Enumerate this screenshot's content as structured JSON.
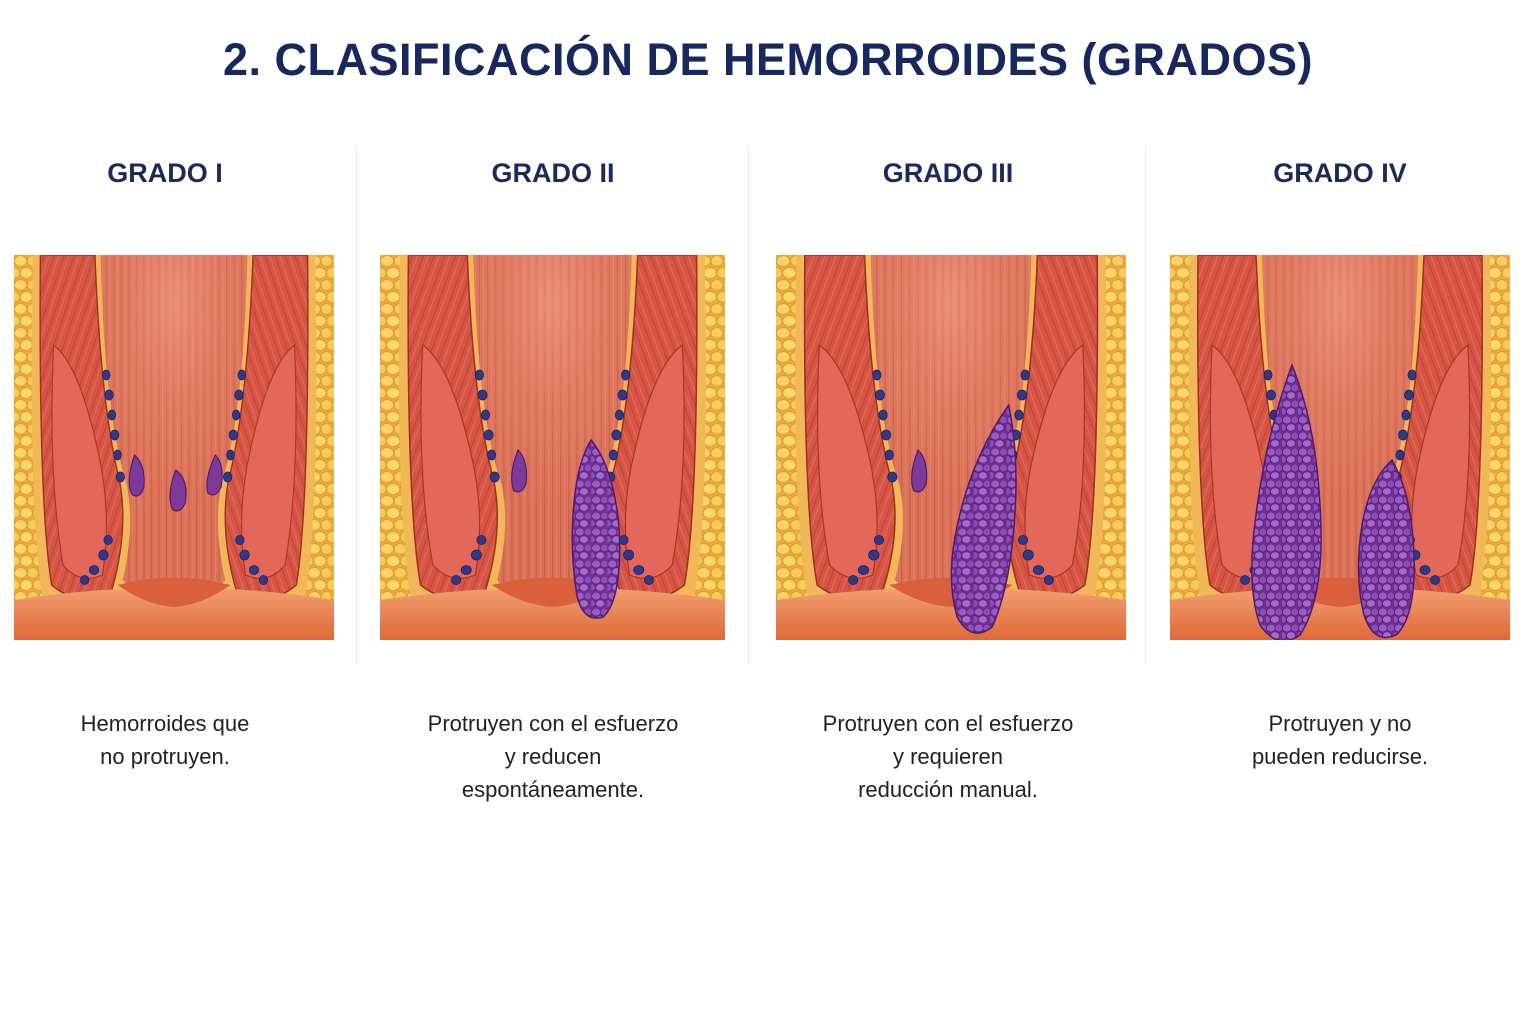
{
  "title": "2. CLASIFICACIÓN DE HEMORROIDES (GRADOS)",
  "colors": {
    "title": "#16285f",
    "muscle": "#d85a48",
    "fat": "#f4c24a",
    "mucosa": "#e88968",
    "vein": "#2e3a8a",
    "hemorrhoid": "#7b3a9c"
  },
  "grades": [
    {
      "heading": "GRADO I",
      "description": [
        "Hemorroides que",
        "no protruyen."
      ]
    },
    {
      "heading": "GRADO II",
      "description": [
        "Protruyen con el esfuerzo",
        "y reducen",
        "espontáneamente."
      ]
    },
    {
      "heading": "GRADO III",
      "description": [
        "Protruyen con el esfuerzo",
        "y requieren",
        "reducción manual."
      ]
    },
    {
      "heading": "GRADO IV",
      "description": [
        "Protruyen y no",
        "pueden reducirse."
      ]
    }
  ]
}
